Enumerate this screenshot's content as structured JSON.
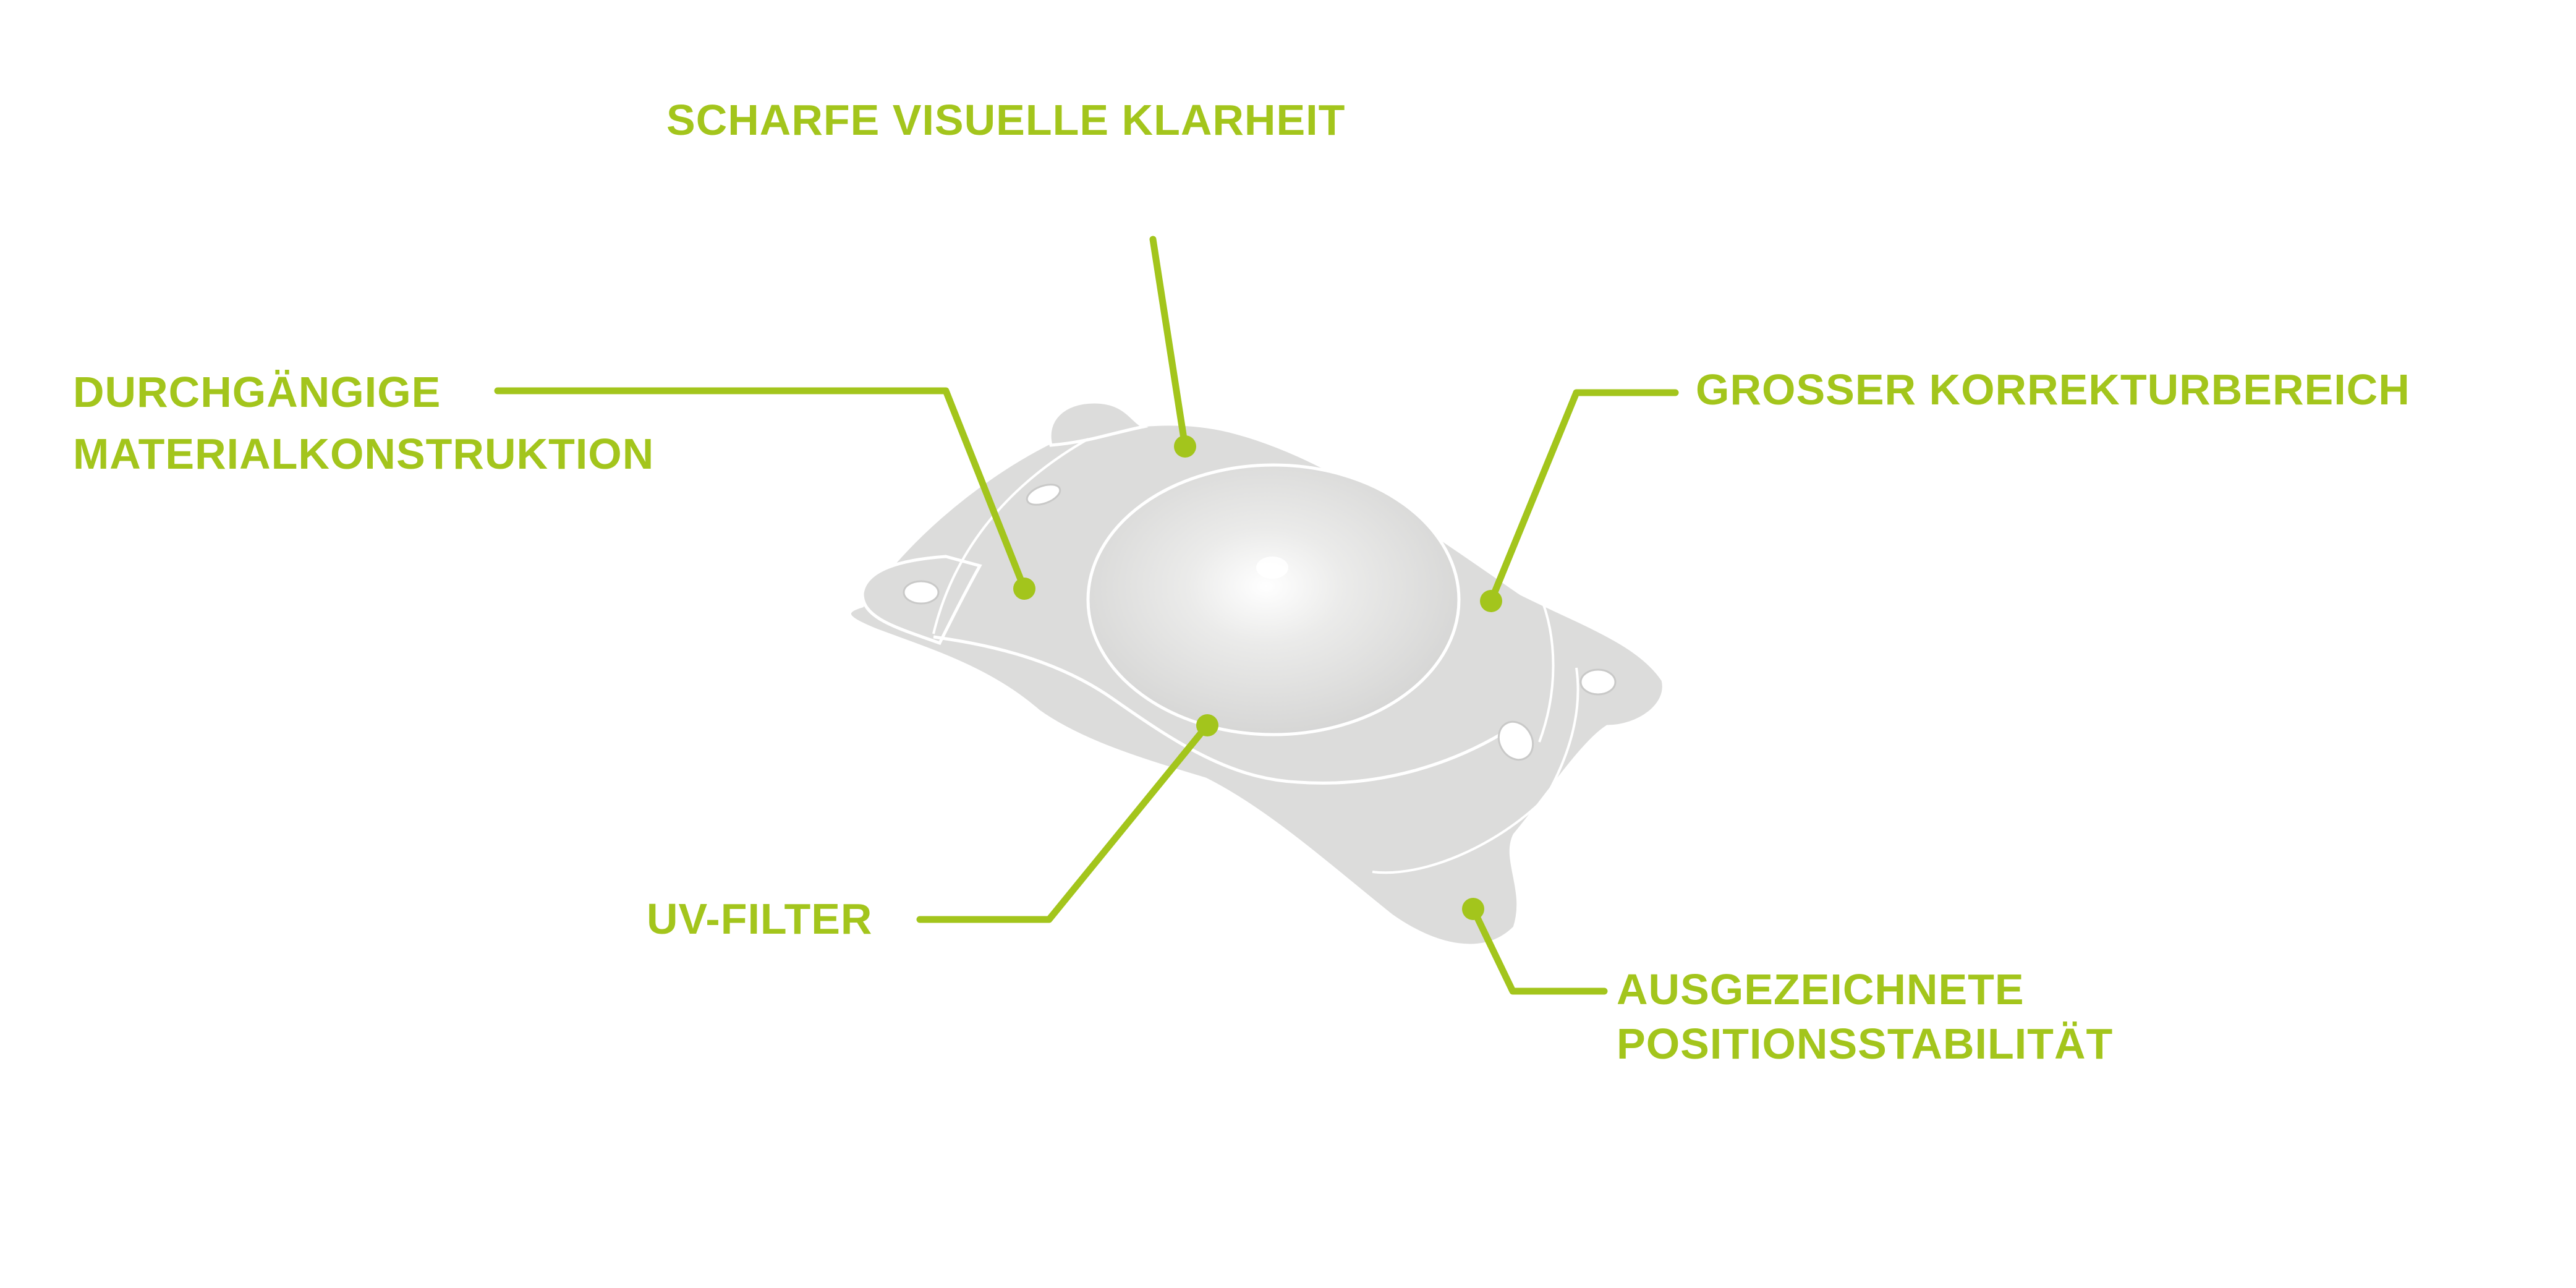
{
  "colors": {
    "accent": "#a3c51c",
    "lens_body": "#dcdcdb",
    "lens_highlight": "#ffffff",
    "background": "#ffffff"
  },
  "callouts": {
    "top": {
      "text": "SCHARFE VISUELLE KLARHEIT"
    },
    "left": {
      "line1": "DURCHGÄNGIGE",
      "line2": "MATERIALKONSTRUKTION"
    },
    "right": {
      "text": "GROSSER KORREKTURBEREICH"
    },
    "uv": {
      "text": "UV-FILTER"
    },
    "bottom": {
      "line1": "AUSGEZEICHNETE",
      "line2": "POSITIONSSTABILITÄT"
    }
  }
}
